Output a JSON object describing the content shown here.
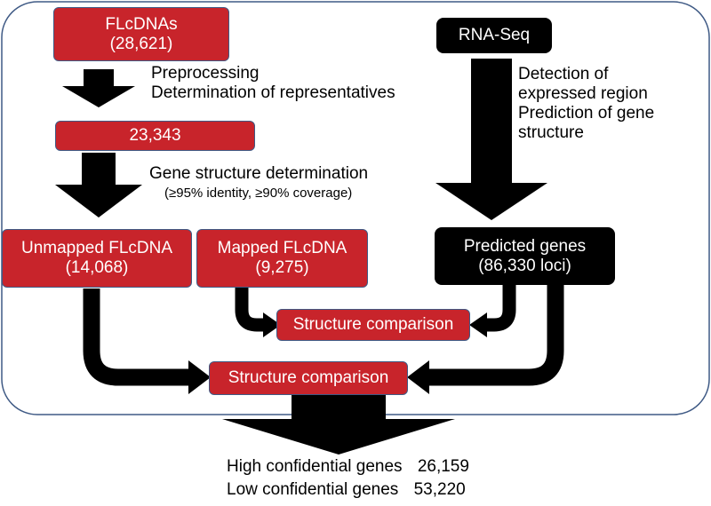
{
  "nodes": {
    "flcdnas": {
      "title": "FLcDNAs",
      "count": "(28,621)"
    },
    "rnaseq": {
      "title": "RNA-Seq"
    },
    "representatives": {
      "count": "23,343"
    },
    "unmapped": {
      "title": "Unmapped FLcDNA",
      "count": "(14,068)"
    },
    "mapped": {
      "title": "Mapped FLcDNA",
      "count": "(9,275)"
    },
    "predicted": {
      "title": "Predicted genes",
      "count": "(86,330 loci)"
    },
    "compare_upper": {
      "title": "Structure comparison"
    },
    "compare_lower": {
      "title": "Structure comparison"
    }
  },
  "steps": {
    "preprocessing": {
      "line1": "Preprocessing",
      "line2": "Determination of representatives"
    },
    "gene_structure": {
      "line1": "Gene structure determination",
      "line2": "(≥95% identity, ≥90% coverage)"
    },
    "rnaseq_step": {
      "line1": "Detection of",
      "line2": "expressed region",
      "line3": "Prediction of gene",
      "line4": "structure"
    }
  },
  "results": {
    "high": {
      "label": "High confidential genes",
      "value": "26,159"
    },
    "low": {
      "label": "Low confidential genes",
      "value": "53,220"
    }
  },
  "colors": {
    "red": "#c8242b",
    "black": "#000000",
    "frame": "#3f5a85"
  }
}
